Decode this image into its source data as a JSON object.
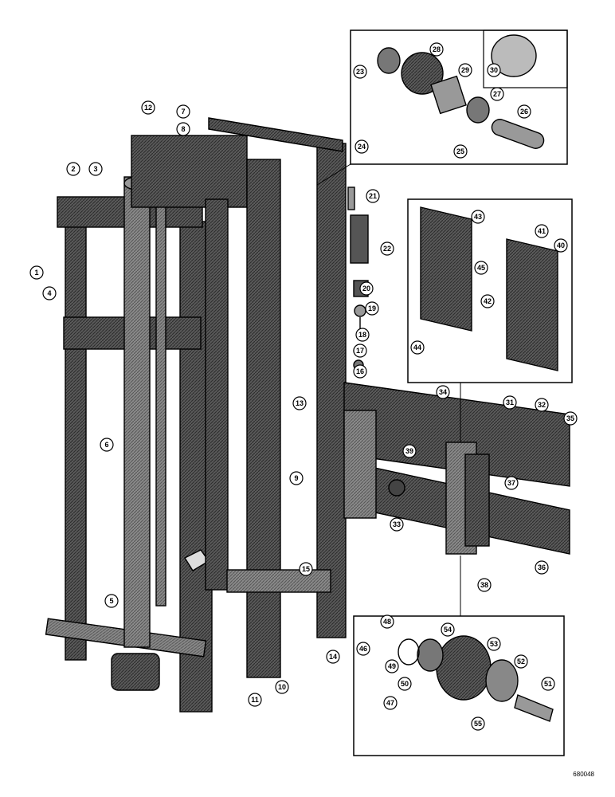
{
  "callouts": [
    "1",
    "2",
    "3",
    "4",
    "5",
    "6",
    "7",
    "8",
    "9",
    "10",
    "11",
    "12",
    "13",
    "14",
    "15",
    "16",
    "17",
    "18",
    "19",
    "20",
    "21",
    "22",
    "23",
    "24",
    "25",
    "26",
    "27",
    "28",
    "29",
    "30",
    "31",
    "32",
    "33",
    "34",
    "35",
    "36",
    "37",
    "38",
    "39",
    "40",
    "41",
    "42",
    "43",
    "44",
    "45",
    "46",
    "47",
    "48",
    "49",
    "50",
    "51",
    "52",
    "53",
    "54",
    "55"
  ],
  "drawing_number": "680048",
  "colors": {
    "ink": "#000000",
    "metal_dark": "#3a3a3a",
    "metal_mid": "#6b6b6b",
    "metal_light": "#9a9a9a",
    "paper": "#ffffff"
  }
}
